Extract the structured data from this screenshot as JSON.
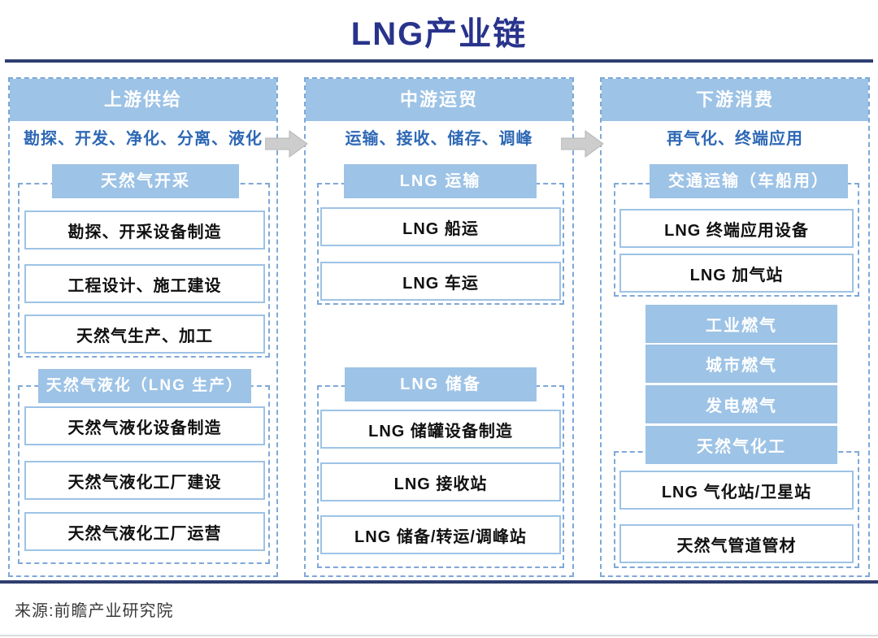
{
  "title": "LNG产业链",
  "source": "来源:前瞻产业研究院",
  "colors": {
    "title_navy": "#28338b",
    "divider_navy": "#2f3e6e",
    "header_blue": "#9dc3e6",
    "dashed_border_blue": "#7fa8d8",
    "keyword_blue": "#2e68b5",
    "box_border_blue": "#9dc3e6",
    "arrow_gray": "#cdcdcd",
    "box_text": "#111111"
  },
  "arrows": [
    {
      "icon": "arrow-right-icon"
    },
    {
      "icon": "arrow-right-icon"
    }
  ],
  "columns": [
    {
      "header": "上游供给",
      "keywords": "勘探、开发、净化、分离、液化",
      "groups": [
        {
          "header": "天然气开采",
          "items": [
            "勘探、开采设备制造",
            "工程设计、施工建设",
            "天然气生产、加工"
          ]
        },
        {
          "header": "天然气液化（LNG 生产）",
          "items": [
            "天然气液化设备制造",
            "天然气液化工厂建设",
            "天然气液化工厂运营"
          ]
        }
      ]
    },
    {
      "header": "中游运贸",
      "keywords": "运输、接收、储存、调峰",
      "groups": [
        {
          "header": "LNG 运输",
          "items": [
            "LNG 船运",
            "LNG 车运"
          ]
        },
        {
          "header": "LNG 储备",
          "items": [
            "LNG 储罐设备制造",
            "LNG 接收站",
            "LNG 储备/转运/调峰站"
          ]
        }
      ]
    },
    {
      "header": "下游消费",
      "keywords": "再气化、终端应用",
      "groups": [
        {
          "header": "交通运输（车船用）",
          "items": [
            "LNG 终端应用设备",
            "LNG 加气站"
          ]
        },
        {
          "header": "天然气化工",
          "items": [
            "LNG 气化站/卫星站",
            "天然气管道管材"
          ]
        }
      ],
      "stack": [
        "工业燃气",
        "城市燃气",
        "发电燃气"
      ]
    }
  ]
}
